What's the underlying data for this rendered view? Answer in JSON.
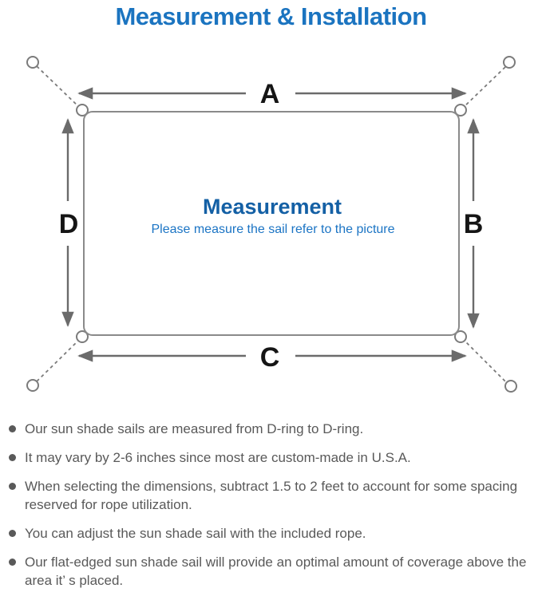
{
  "page": {
    "title": "Measurement & Installation"
  },
  "diagram": {
    "labels": {
      "top": "A",
      "right": "B",
      "bottom": "C",
      "left": "D"
    },
    "center_heading": "Measurement",
    "center_subtitle": "Please measure the sail refer to the picture"
  },
  "notes": {
    "items": [
      "Our sun shade sails are measured from D-ring to D-ring.",
      "It may vary by 2-6 inches since most are custom-made in U.S.A.",
      "When selecting the dimensions, subtract 1.5 to 2 feet to account for some spacing reserved for rope utilization.",
      "You can adjust the sun shade sail with the included rope.",
      "Our flat-edged sun shade sail will provide an optimal amount of coverage above the area it’ s placed."
    ]
  },
  "colors": {
    "title_blue": "#1b74c0",
    "center_heading_blue": "#1460a5",
    "center_subtitle_blue": "#1b74c4",
    "line_gray": "#7b7b7b",
    "arrow_gray": "#6b6b6b",
    "note_text_gray": "#595959"
  }
}
